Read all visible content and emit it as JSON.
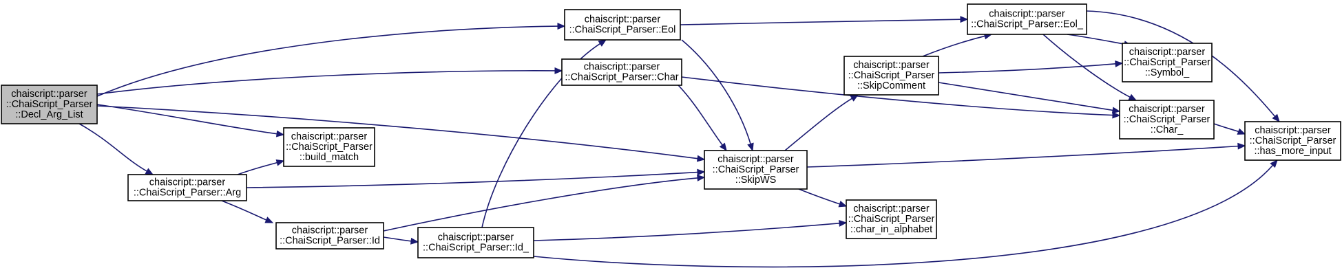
{
  "diagram": {
    "nodes": [
      {
        "id": "decl_arg_list",
        "lines": [
          "chaiscript::parser",
          "::ChaiScript_Parser",
          "::Decl_Arg_List"
        ],
        "highlight": true
      },
      {
        "id": "eol",
        "lines": [
          "chaiscript::parser",
          "::ChaiScript_Parser::Eol"
        ]
      },
      {
        "id": "char",
        "lines": [
          "chaiscript::parser",
          "::ChaiScript_Parser::Char"
        ]
      },
      {
        "id": "build_match",
        "lines": [
          "chaiscript::parser",
          "::ChaiScript_Parser",
          "::build_match"
        ]
      },
      {
        "id": "arg",
        "lines": [
          "chaiscript::parser",
          "::ChaiScript_Parser::Arg"
        ]
      },
      {
        "id": "id",
        "lines": [
          "chaiscript::parser",
          "::ChaiScript_Parser::Id"
        ]
      },
      {
        "id": "id_",
        "lines": [
          "chaiscript::parser",
          "::ChaiScript_Parser::Id_"
        ]
      },
      {
        "id": "skipws",
        "lines": [
          "chaiscript::parser",
          "::ChaiScript_Parser",
          "::SkipWS"
        ]
      },
      {
        "id": "skipcomment",
        "lines": [
          "chaiscript::parser",
          "::ChaiScript_Parser",
          "::SkipComment"
        ]
      },
      {
        "id": "char_in_alphabet",
        "lines": [
          "chaiscript::parser",
          "::ChaiScript_Parser",
          "::char_in_alphabet"
        ]
      },
      {
        "id": "eol_",
        "lines": [
          "chaiscript::parser",
          "::ChaiScript_Parser::Eol_"
        ]
      },
      {
        "id": "symbol_",
        "lines": [
          "chaiscript::parser",
          "::ChaiScript_Parser",
          "::Symbol_"
        ]
      },
      {
        "id": "char_",
        "lines": [
          "chaiscript::parser",
          "::ChaiScript_Parser",
          "::Char_"
        ]
      },
      {
        "id": "has_more_input",
        "lines": [
          "chaiscript::parser",
          "::ChaiScript_Parser",
          "::has_more_input"
        ]
      }
    ],
    "edges": [
      {
        "from": "decl_arg_list",
        "to": "eol"
      },
      {
        "from": "decl_arg_list",
        "to": "char"
      },
      {
        "from": "decl_arg_list",
        "to": "build_match"
      },
      {
        "from": "decl_arg_list",
        "to": "arg"
      },
      {
        "from": "decl_arg_list",
        "to": "skipws"
      },
      {
        "from": "eol",
        "to": "eol_"
      },
      {
        "from": "eol",
        "to": "skipws"
      },
      {
        "from": "char",
        "to": "skipws"
      },
      {
        "from": "char",
        "to": "char_"
      },
      {
        "from": "arg",
        "to": "build_match"
      },
      {
        "from": "arg",
        "to": "skipws"
      },
      {
        "from": "arg",
        "to": "id"
      },
      {
        "from": "id",
        "to": "skipws"
      },
      {
        "from": "id",
        "to": "id_"
      },
      {
        "from": "id_",
        "to": "eol"
      },
      {
        "from": "id_",
        "to": "char_in_alphabet"
      },
      {
        "from": "id_",
        "to": "has_more_input"
      },
      {
        "from": "skipws",
        "to": "skipcomment"
      },
      {
        "from": "skipws",
        "to": "char_in_alphabet"
      },
      {
        "from": "skipws",
        "to": "has_more_input"
      },
      {
        "from": "skipcomment",
        "to": "eol_"
      },
      {
        "from": "skipcomment",
        "to": "symbol_"
      },
      {
        "from": "skipcomment",
        "to": "char_"
      },
      {
        "from": "eol_",
        "to": "symbol_"
      },
      {
        "from": "eol_",
        "to": "char_"
      },
      {
        "from": "eol_",
        "to": "has_more_input"
      },
      {
        "from": "char_",
        "to": "has_more_input"
      }
    ],
    "colors": {
      "edge": "#191970",
      "node_border": "#000000",
      "node_fill": "#ffffff",
      "highlight_fill": "#bfbfbf",
      "text": "#000000"
    }
  }
}
